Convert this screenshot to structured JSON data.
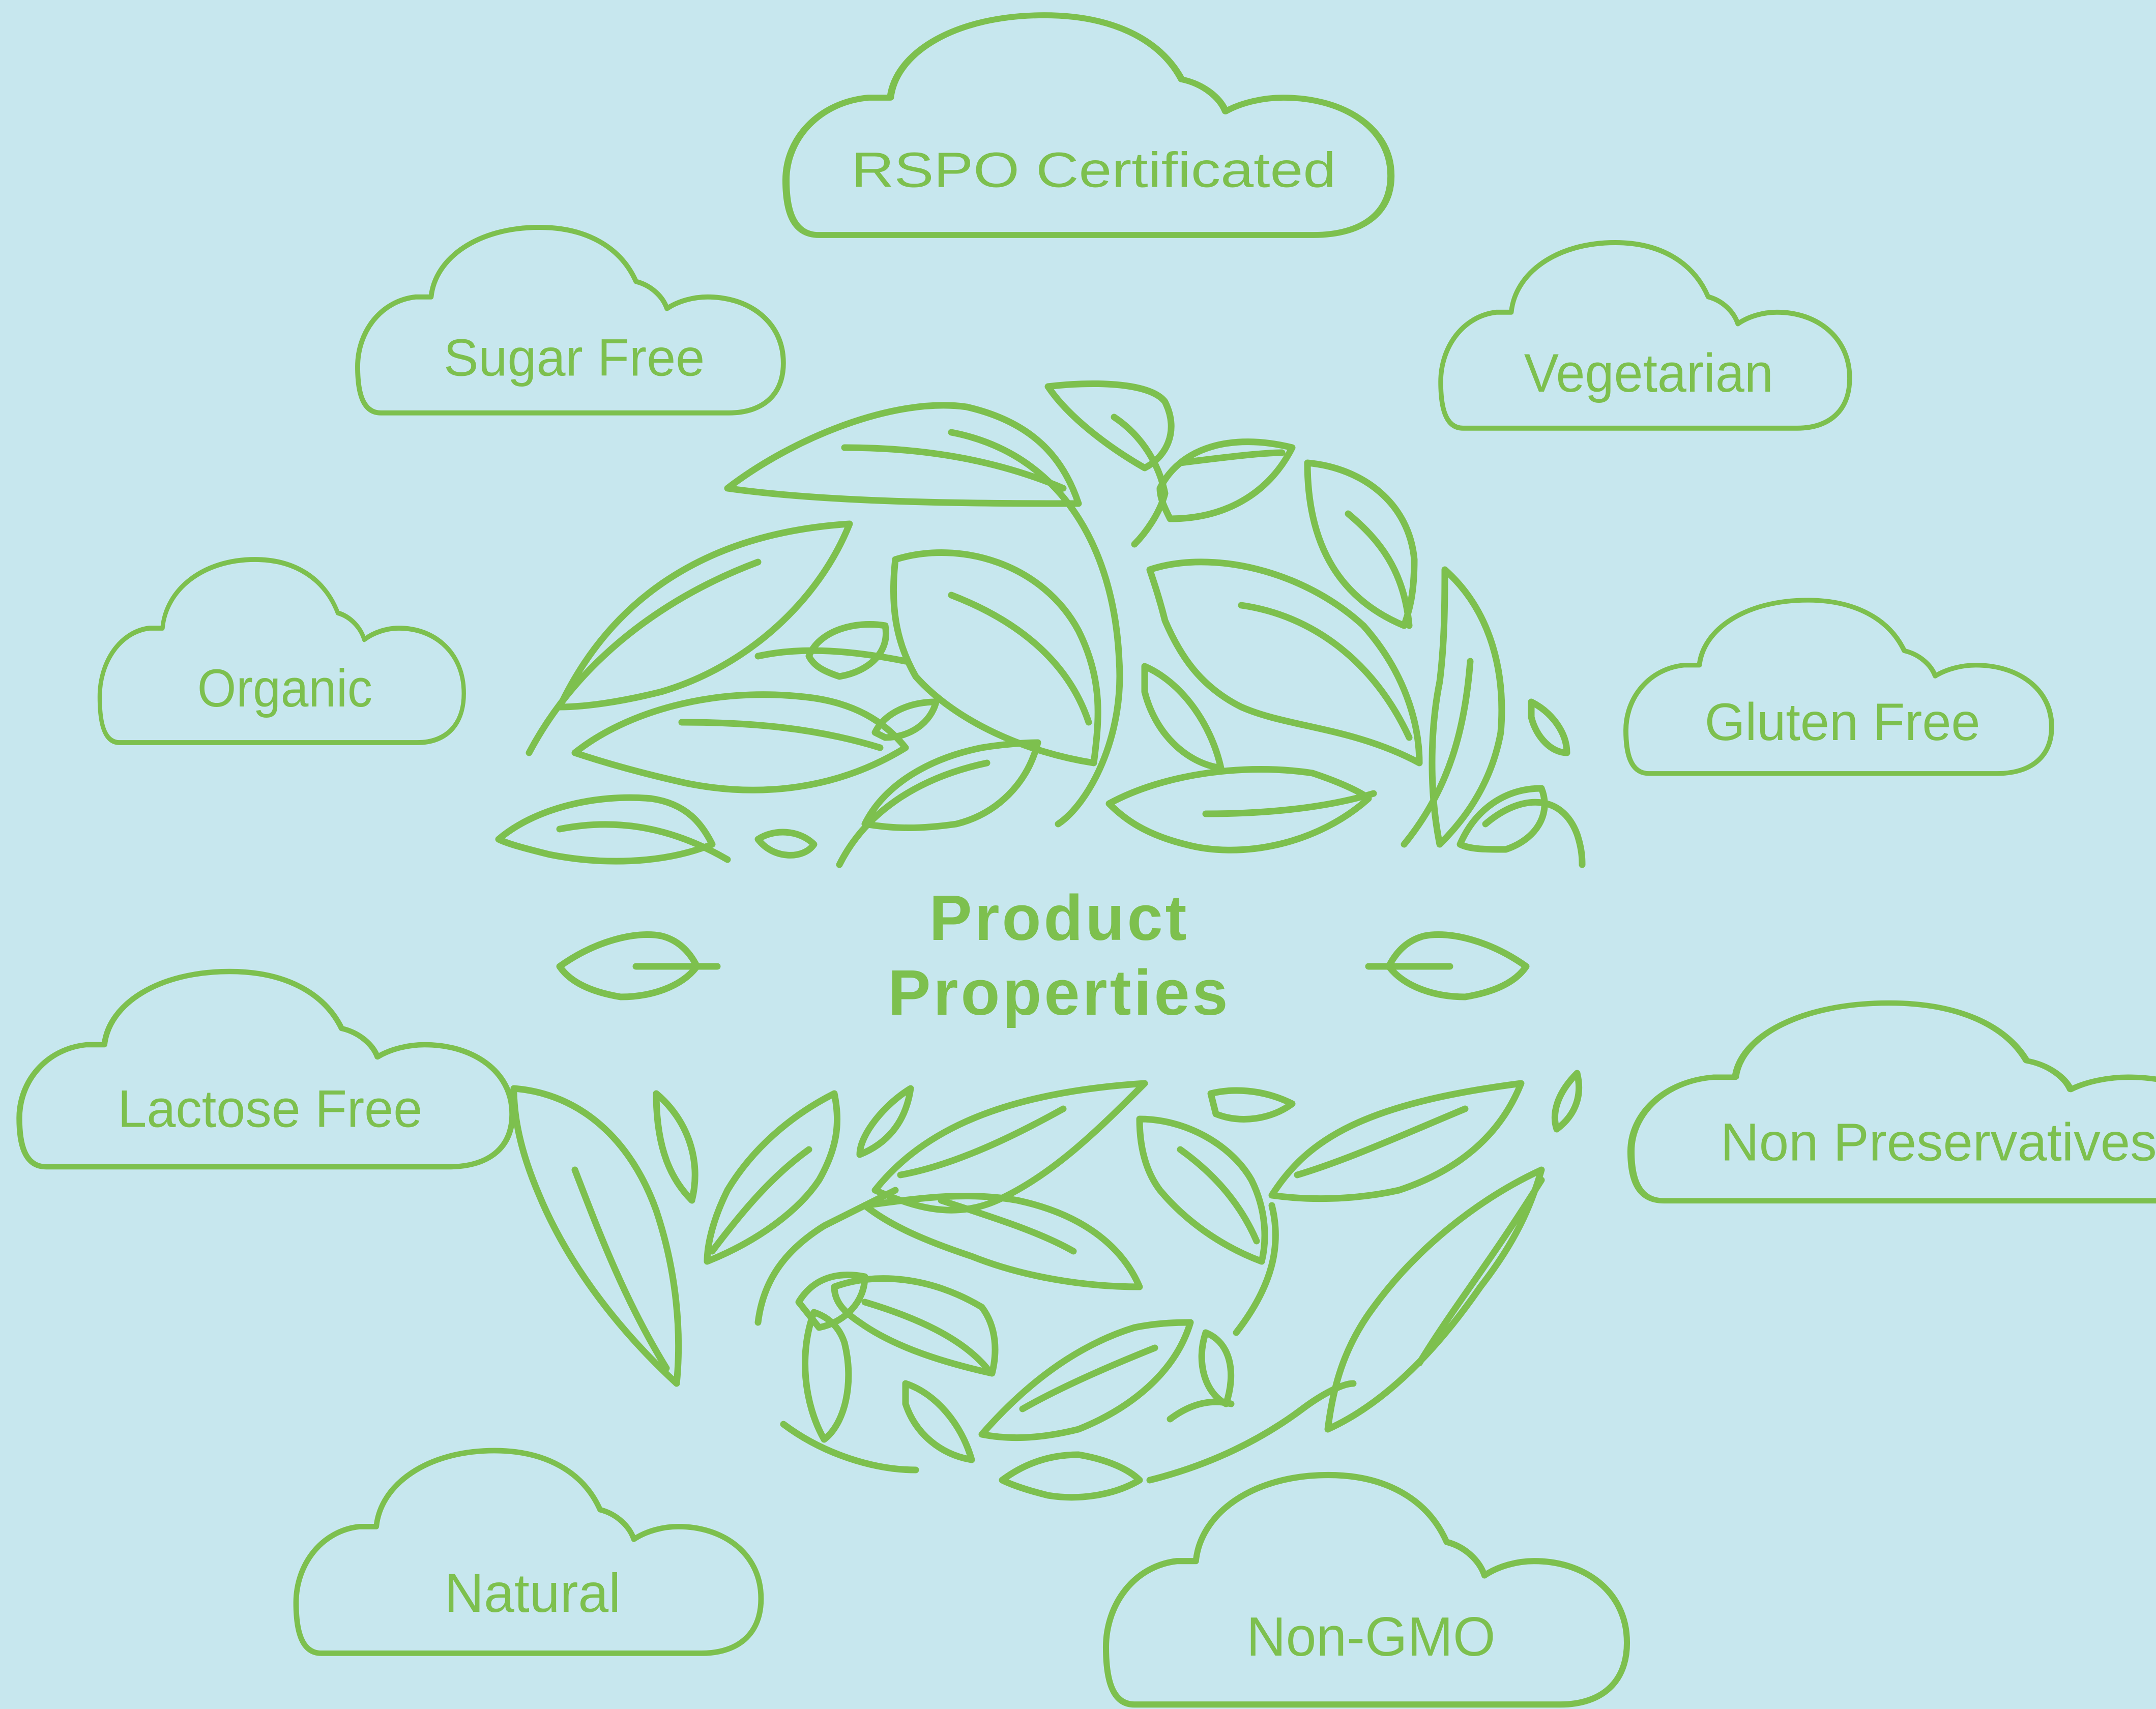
{
  "title": {
    "line1": "Product",
    "line2": "Properties"
  },
  "properties": [
    "RSPO Certificated",
    "Sugar Free",
    "Vegetarian",
    "Organic",
    "Gluten Free",
    "Lactose Free",
    "Non Preservatives",
    "Natural",
    "Non-GMO"
  ],
  "colors": {
    "background": "#c7e7ee",
    "accent": "#7dc04e"
  },
  "icons": [
    "leaf-icon",
    "cloud-icon"
  ]
}
